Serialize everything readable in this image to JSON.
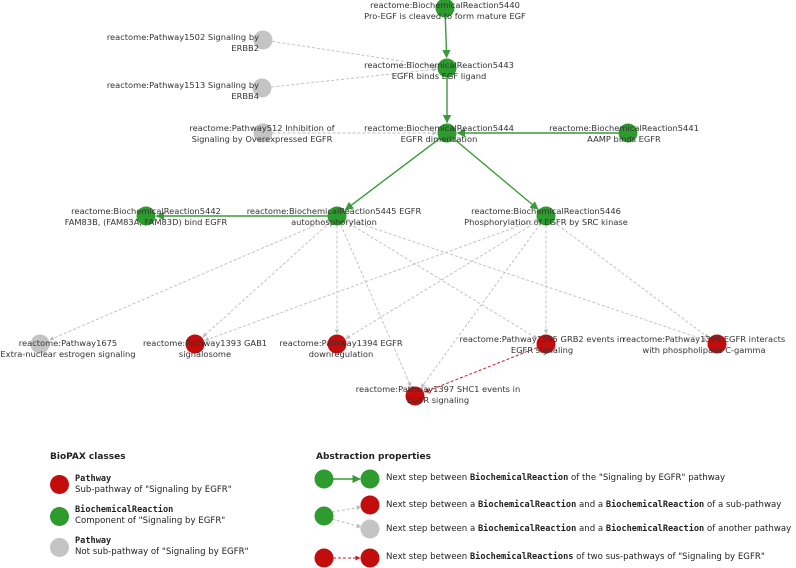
{
  "colors": {
    "pathway": "#c30d0d",
    "biochemical_reaction": "#2e9b2e",
    "external_pathway": "#c4c4c4",
    "edge_main": "#3a9a3a",
    "edge_dashed": "#bdbdbd",
    "edge_red": "#c62020"
  },
  "nodes": [
    {
      "id": "r5440",
      "kind": "reaction",
      "line1": "reactome:BiochemicalReaction5440",
      "line2": "Pro-EGF is cleaved to form mature EGF"
    },
    {
      "id": "p1502",
      "kind": "external",
      "line1": "reactome:Pathway1502 Signaling by",
      "line2": "ERBB2"
    },
    {
      "id": "r5443",
      "kind": "reaction",
      "line1": "reactome:BiochemicalReaction5443",
      "line2": "EGFR binds EGF ligand"
    },
    {
      "id": "p1513",
      "kind": "external",
      "line1": "reactome:Pathway1513 Signaling by",
      "line2": "ERBB4"
    },
    {
      "id": "p512",
      "kind": "external",
      "line1": "reactome:Pathway512 Inhibition of",
      "line2": "Signaling by Overexpressed EGFR"
    },
    {
      "id": "r5444",
      "kind": "reaction",
      "line1": "reactome:BiochemicalReaction5444",
      "line2": "EGFR dimerization"
    },
    {
      "id": "r5441",
      "kind": "reaction",
      "line1": "reactome:BiochemicalReaction5441",
      "line2": "AAMP binds EGFR"
    },
    {
      "id": "r5442",
      "kind": "reaction",
      "line1": "reactome:BiochemicalReaction5442",
      "line2": "FAM83B, (FAM83A, FAM83D) bind EGFR"
    },
    {
      "id": "r5445",
      "kind": "reaction",
      "line1": "reactome:BiochemicalReaction5445 EGFR",
      "line2": "autophosphorylation"
    },
    {
      "id": "r5446",
      "kind": "reaction",
      "line1": "reactome:BiochemicalReaction5446",
      "line2": "Phosphorylation of EGFR by SRC kinase"
    },
    {
      "id": "p1675",
      "kind": "external",
      "line1": "reactome:Pathway1675",
      "line2": "Extra-nuclear estrogen signaling"
    },
    {
      "id": "p1393",
      "kind": "pathway",
      "line1": "reactome:Pathway1393 GAB1",
      "line2": "signalosome"
    },
    {
      "id": "p1394",
      "kind": "pathway",
      "line1": "reactome:Pathway1394 EGFR",
      "line2": "downregulation"
    },
    {
      "id": "pgrb2",
      "kind": "pathway",
      "line1": "reactome:Pathway1395 GRB2 events in",
      "line2": "EGFR signaling"
    },
    {
      "id": "pplc",
      "kind": "pathway",
      "line1": "reactome:Pathway1396 EGFR interacts",
      "line2": "with phospholipase C-gamma"
    },
    {
      "id": "pshc1",
      "kind": "pathway",
      "line1": "reactome:Pathway1397 SHC1 events in",
      "line2": "EGFR signaling"
    }
  ],
  "edges": [
    {
      "from": "r5440",
      "to": "r5443",
      "style": "main"
    },
    {
      "from": "r5443",
      "to": "r5444",
      "style": "main"
    },
    {
      "from": "r5441",
      "to": "r5444",
      "style": "main"
    },
    {
      "from": "r5444",
      "to": "r5445",
      "style": "main"
    },
    {
      "from": "r5444",
      "to": "r5446",
      "style": "main"
    },
    {
      "from": "r5445",
      "to": "r5442",
      "style": "main"
    },
    {
      "from": "p1502",
      "to": "r5443",
      "style": "dashed"
    },
    {
      "from": "p1513",
      "to": "r5443",
      "style": "dashed"
    },
    {
      "from": "p512",
      "to": "r5444",
      "style": "dashed"
    },
    {
      "from": "r5445",
      "to": "p1675",
      "style": "dashed"
    },
    {
      "from": "r5445",
      "to": "p1393",
      "style": "dashed"
    },
    {
      "from": "r5445",
      "to": "p1394",
      "style": "dashed"
    },
    {
      "from": "r5445",
      "to": "pgrb2",
      "style": "dashed"
    },
    {
      "from": "r5445",
      "to": "pplc",
      "style": "dashed"
    },
    {
      "from": "r5445",
      "to": "pshc1",
      "style": "dashed"
    },
    {
      "from": "r5446",
      "to": "p1393",
      "style": "dashed"
    },
    {
      "from": "r5446",
      "to": "p1394",
      "style": "dashed"
    },
    {
      "from": "r5446",
      "to": "pgrb2",
      "style": "dashed"
    },
    {
      "from": "r5446",
      "to": "pplc",
      "style": "dashed"
    },
    {
      "from": "r5446",
      "to": "pshc1",
      "style": "dashed"
    },
    {
      "from": "pgrb2",
      "to": "pshc1",
      "style": "red"
    }
  ],
  "legend_classes": {
    "title": "BioPAX classes",
    "items": [
      {
        "class_name": "Pathway",
        "description": "Sub-pathway of \"Signaling by EGFR\"",
        "kind": "pathway"
      },
      {
        "class_name": "BiochemicalReaction",
        "description": "Component of \"Signaling by EGFR\"",
        "kind": "reaction"
      },
      {
        "class_name": "Pathway",
        "description": "Not sub-pathway of \"Signaling by EGFR\"",
        "kind": "external"
      }
    ]
  },
  "legend_abstraction": {
    "title": "Abstraction properties",
    "row1": {
      "pre": "Next step between ",
      "m1": "BiochemicalReaction",
      "post": " of the \"Signaling by EGFR\" pathway"
    },
    "row2": {
      "pre": "Next step between a ",
      "m1": "BiochemicalReaction",
      "mid": " and a ",
      "m2": "BiochemicalReaction",
      "post": " of a sub-pathway"
    },
    "row3": {
      "pre": "Next step between a ",
      "m1": "BiochemicalReaction",
      "mid": " and a ",
      "m2": "BiochemicalReaction",
      "post": " of another pathway"
    },
    "row4": {
      "pre": "Next step between ",
      "m1": "BiochemicalReactions",
      "post": " of two sus-pathways of \"Signaling by EGFR\""
    }
  }
}
